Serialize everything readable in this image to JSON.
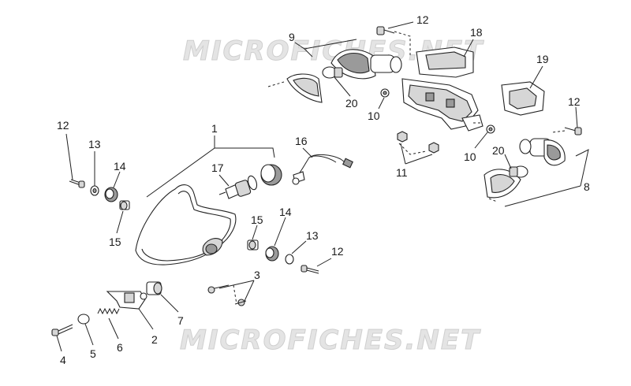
{
  "watermarks": [
    "MICROFICHES.NET",
    "MICROFICHES.NET"
  ],
  "callouts": {
    "c1": "1",
    "c2": "2",
    "c3": "3",
    "c4": "4",
    "c5": "5",
    "c6": "6",
    "c7": "7",
    "c8": "8",
    "c9": "9",
    "c10a": "10",
    "c10b": "10",
    "c11": "11",
    "c12a": "12",
    "c12b": "12",
    "c12c": "12",
    "c12d": "12",
    "c13a": "13",
    "c13b": "13",
    "c14a": "14",
    "c14b": "14",
    "c15a": "15",
    "c15b": "15",
    "c16": "16",
    "c17": "17",
    "c18": "18",
    "c19": "19",
    "c20a": "20",
    "c20b": "20"
  }
}
